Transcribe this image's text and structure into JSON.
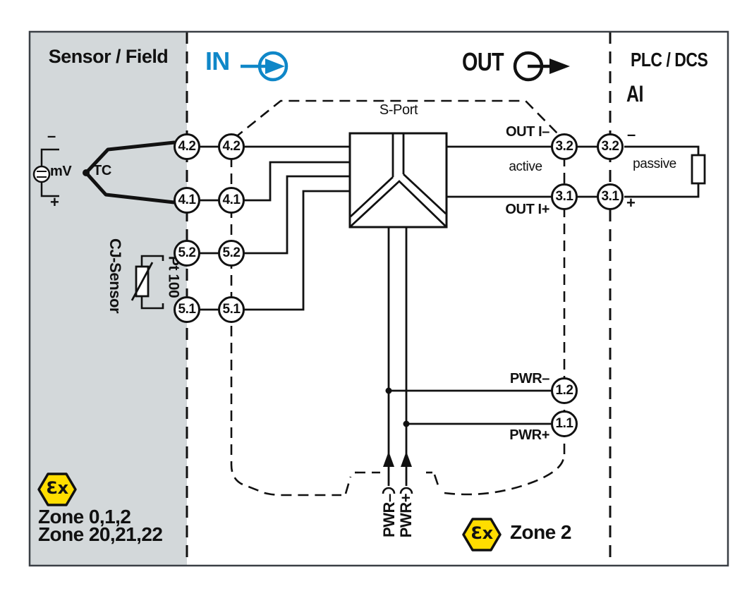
{
  "colors": {
    "accent_blue": "#0f87c8",
    "ex_yellow": "#ffdd00",
    "panel_gray": "#d3d8da",
    "line": "#111111"
  },
  "field": {
    "title": "Sensor / Field",
    "source_minus": "–",
    "source_plus": "+",
    "mv_label": "mV",
    "tc_label": "TC",
    "cj_sensor_label": "CJ-Sensor",
    "pt100_label": "Pt 100",
    "ex_symbol": "Ɛx",
    "zones": [
      "Zone 0,1,2",
      "Zone 20,21,22"
    ]
  },
  "isolator": {
    "in_label": "IN",
    "out_label": "OUT",
    "s_port_label": "S-Port",
    "out_i_minus_label": "OUT I–",
    "active_label": "active",
    "out_i_plus_label": "OUT I+",
    "pwr_minus_label": "PWR–",
    "pwr_plus_label": "PWR+",
    "pwr_minus_wire_label": "PWR–",
    "pwr_plus_wire_label": "PWR+",
    "ex_symbol": "Ɛx",
    "zone_label": "Zone 2"
  },
  "plc": {
    "title": "PLC / DCS",
    "ai_label": "AI",
    "minus": "–",
    "passive_label": "passive",
    "plus": "+"
  },
  "terminals": {
    "field_42": "4.2",
    "field_41": "4.1",
    "field_52": "5.2",
    "field_51": "5.1",
    "in_42": "4.2",
    "in_41": "4.1",
    "in_52": "5.2",
    "in_51": "5.1",
    "out_32": "3.2",
    "out_31": "3.1",
    "pwr_12": "1.2",
    "pwr_11": "1.1",
    "plc_32": "3.2",
    "plc_31": "3.1"
  }
}
